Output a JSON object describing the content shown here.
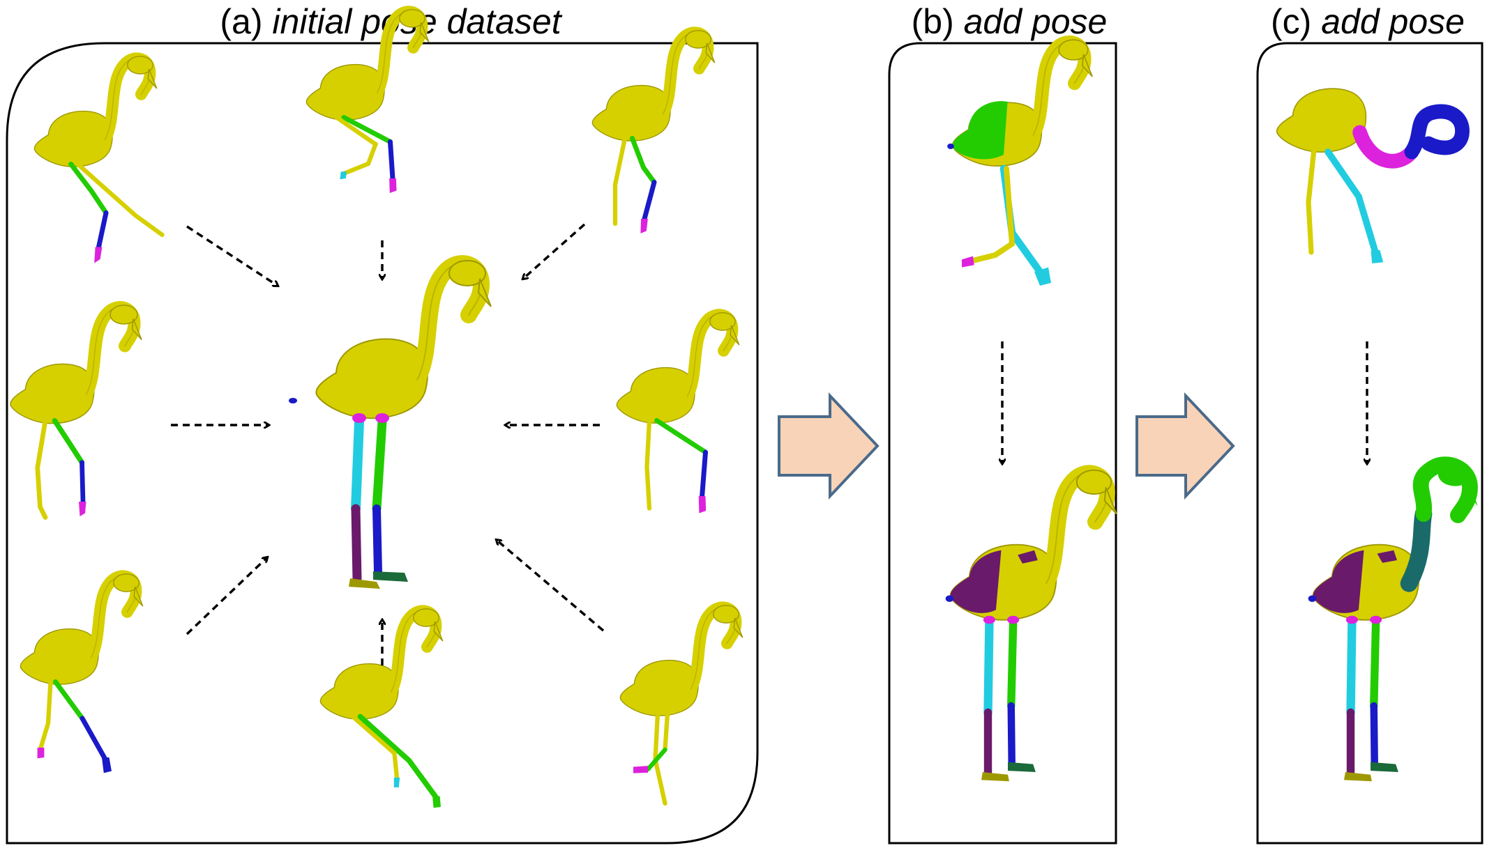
{
  "panels": [
    {
      "marker": "(a)",
      "title": "initial pose dataset"
    },
    {
      "marker": "(b)",
      "title": "add pose"
    },
    {
      "marker": "(c)",
      "title": "add pose"
    }
  ],
  "colors": {
    "body": "#d6d000",
    "green": "#22cc00",
    "blue": "#1a1ac8",
    "magenta": "#dd22dd",
    "cyan": "#22cce0",
    "purple": "#6a1a6a",
    "dark_green": "#1a6a6a",
    "arrow_fill": "#f8d3b8",
    "arrow_stroke": "#4a6a8a"
  }
}
